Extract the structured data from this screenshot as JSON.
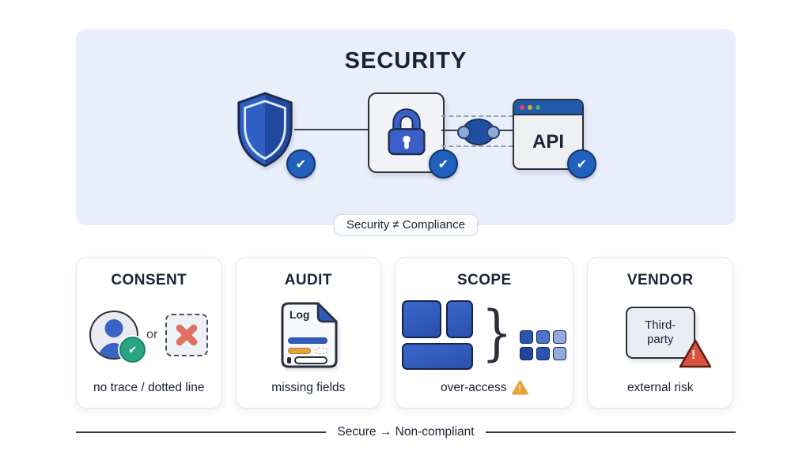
{
  "panel": {
    "title": "SECURITY",
    "badge_label": "Security ≠ Compliance",
    "api_label": "API"
  },
  "icons": {
    "check": "✔",
    "exclaim": "!",
    "brace": "}"
  },
  "cards": [
    {
      "title": "CONSENT",
      "or_label": "or",
      "caption": "no trace / dotted line"
    },
    {
      "title": "AUDIT",
      "doc_label": "Log",
      "caption": "missing fields"
    },
    {
      "title": "SCOPE",
      "caption": "over-access"
    },
    {
      "title": "VENDOR",
      "box_line1": "Third-",
      "box_line2": "party",
      "caption": "external risk"
    }
  ],
  "footer": {
    "label": "Secure → Non-compliant"
  },
  "colors": {
    "panel_bg": "#e9eefb",
    "navy": "#1b2437",
    "accent_blue": "#2d5bbf",
    "check_badge_blue": "#2160bd",
    "green": "#2aa583",
    "salmon": "#df7163",
    "amber": "#e8a33d",
    "red": "#d9523f"
  }
}
